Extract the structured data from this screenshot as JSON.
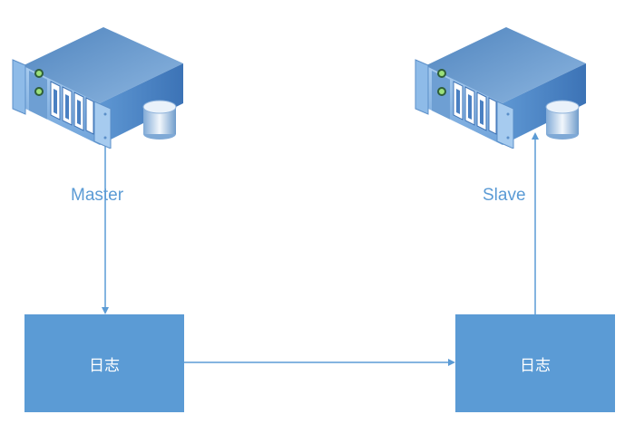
{
  "diagram": {
    "title": "",
    "nodes": [
      {
        "id": "master-server",
        "type": "server",
        "label": "Master"
      },
      {
        "id": "slave-server",
        "type": "server",
        "label": "Slave"
      },
      {
        "id": "master-log",
        "type": "box",
        "label": "日志"
      },
      {
        "id": "slave-log",
        "type": "box",
        "label": "日志"
      }
    ],
    "edges": [
      {
        "from": "master-server",
        "to": "master-log",
        "direction": "down"
      },
      {
        "from": "master-log",
        "to": "slave-log",
        "direction": "right"
      },
      {
        "from": "slave-log",
        "to": "slave-server",
        "direction": "up"
      }
    ],
    "colors": {
      "accent": "#5B9BD5",
      "box_text": "#FFFFFF",
      "background": "#FFFFFF"
    }
  }
}
